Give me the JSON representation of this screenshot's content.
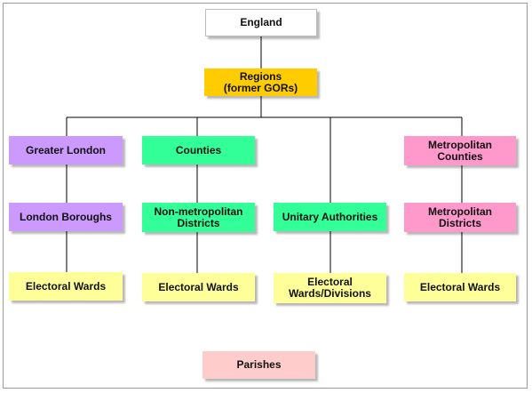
{
  "nodes": {
    "england": "England",
    "regions_line1": "Regions",
    "regions_line2": "(former GORs)",
    "greater_london": "Greater London",
    "london_boroughs": "London Boroughs",
    "electoral_wards_1": "Electoral Wards",
    "counties": "Counties",
    "non_metro_line1": "Non-metropolitan",
    "non_metro_line2": "Districts",
    "electoral_wards_2": "Electoral Wards",
    "unitary_authorities": "Unitary Authorities",
    "electoral_divisions_line1": "Electoral",
    "electoral_divisions_line2": "Wards/Divisions",
    "metro_counties_line1": "Metropolitan",
    "metro_counties_line2": "Counties",
    "metro_districts_line1": "Metropolitan",
    "metro_districts_line2": "Districts",
    "electoral_wards_3": "Electoral Wards",
    "parishes": "Parishes"
  },
  "colors": {
    "top": "#ffffff",
    "regions": "#ffcc00",
    "london": "#cc99ff",
    "county_green": "#33ff99",
    "metro_pink": "#ff99cc",
    "wards_yellow": "#ffff99",
    "parishes_pink": "#ffcccc",
    "connector": "#000000"
  },
  "edges": [
    [
      "england",
      "regions"
    ],
    [
      "regions",
      "greater_london"
    ],
    [
      "regions",
      "counties"
    ],
    [
      "regions",
      "unitary_authorities"
    ],
    [
      "regions",
      "metropolitan_counties"
    ],
    [
      "greater_london",
      "london_boroughs"
    ],
    [
      "london_boroughs",
      "electoral_wards_1"
    ],
    [
      "counties",
      "non_metropolitan_districts"
    ],
    [
      "non_metropolitan_districts",
      "electoral_wards_2"
    ],
    [
      "unitary_authorities",
      "electoral_wards_divisions"
    ],
    [
      "metropolitan_counties",
      "metropolitan_districts"
    ],
    [
      "metropolitan_districts",
      "electoral_wards_3"
    ]
  ]
}
